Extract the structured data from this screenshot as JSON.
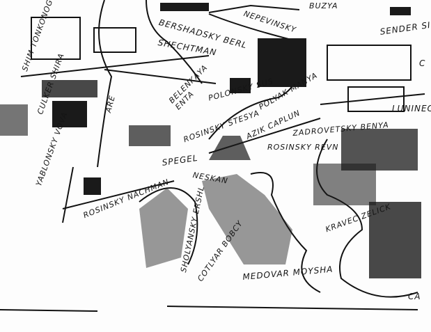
{
  "map": {
    "ink_color": "#151515",
    "paper_color": "#fdfdfd",
    "residents": [
      "SHIM TONKONOGY",
      "CULKER SHIRA",
      "YABLONSKY VOVA",
      "ARE",
      "BERSHADSKY BERL",
      "SHECHTMAN",
      "BELENKAYA ENTA",
      "POLONSKY SUS",
      "ROSINSKY STESYA",
      "SPEGEL",
      "NESKAN",
      "ROSINSKY NACHMAN",
      "SHOLYANSKY ERSHL",
      "COTLYAR BOBCY",
      "MEDOVAR MOYSHA",
      "KRAVEC ZELICK",
      "CA",
      "NEPEVINSKY",
      "BUZYA",
      "POLYAK MANYA",
      "AZIK CAPLUN",
      "ZADROVETSKY BENYA",
      "ROSINSKY REVN",
      "LUNINEC",
      "SENDER SIMI",
      "C"
    ]
  }
}
